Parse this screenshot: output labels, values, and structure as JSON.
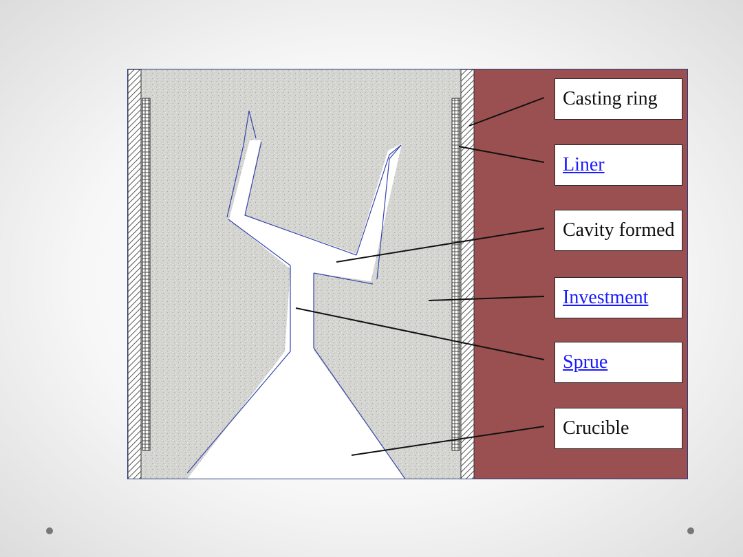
{
  "slide": {
    "nav": {
      "prev_icon": "bullet-dot-icon",
      "next_icon": "bullet-dot-icon"
    }
  },
  "diagram": {
    "colors": {
      "background": "#9a5050",
      "investment": "#d6d6d3",
      "ring": "#888888",
      "liner": "#aaaaaa",
      "cavity_outline": "#3344aa",
      "leader": "#111111",
      "link": "#1a1aff"
    },
    "labels": [
      {
        "id": "casting-ring",
        "text": "Casting ring",
        "linked": false
      },
      {
        "id": "liner",
        "text": "Liner",
        "linked": true
      },
      {
        "id": "cavity-formed",
        "text": "Cavity formed",
        "linked": false
      },
      {
        "id": "investment",
        "text": "Investment",
        "linked": true
      },
      {
        "id": "sprue",
        "text": "Sprue",
        "linked": true
      },
      {
        "id": "crucible",
        "text": "Crucible",
        "linked": false
      }
    ]
  }
}
